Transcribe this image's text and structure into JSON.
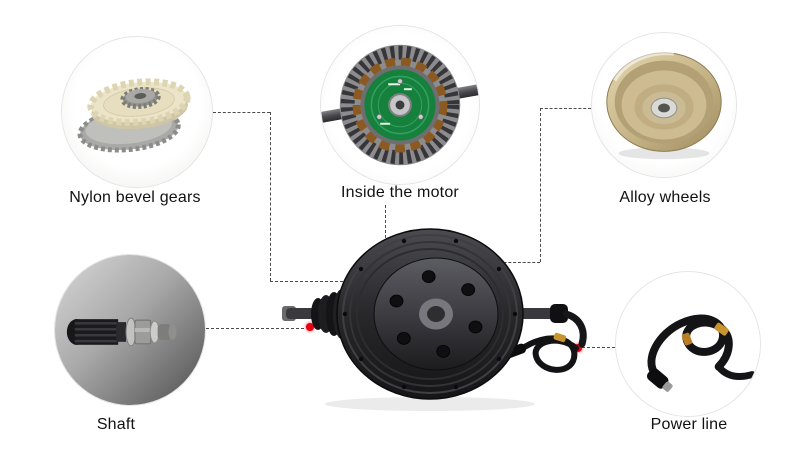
{
  "page": {
    "background": "#ffffff"
  },
  "colors": {
    "marker_red": "#e60012",
    "connector_dash": "#4a4a4a",
    "pcb_green": "#15813d",
    "alloy_gold": "#c5b386",
    "nylon_cream": "#ece4c8",
    "cable_band_gold": "#c9932e"
  },
  "callouts": {
    "gears": {
      "label": "Nylon bevel gears",
      "image": "nylon-bevel-gears-photo"
    },
    "inside": {
      "label": "Inside the motor",
      "image": "motor-stator-pcb-photo"
    },
    "wheels": {
      "label": "Alloy wheels",
      "image": "alloy-wheel-drum-photo"
    },
    "shaft": {
      "label": "Shaft",
      "image": "axle-shaft-photo"
    },
    "power": {
      "label": "Power line",
      "image": "power-cable-photo"
    }
  },
  "product": {
    "name": "hub-motor",
    "image": "hub-motor-product-photo"
  }
}
